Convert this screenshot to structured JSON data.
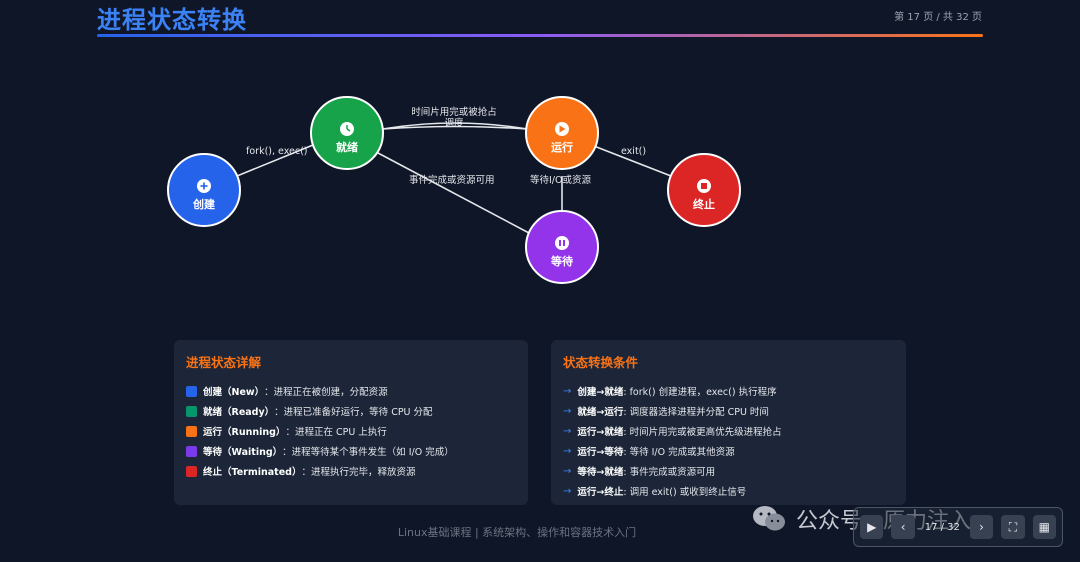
{
  "header": {
    "title": "进程状态转换",
    "page_indicator": "第 17 页 / 共 32 页"
  },
  "diagram": {
    "nodes": [
      {
        "id": "create",
        "label": "创建",
        "color": "#2563eb",
        "icon": "plus-circle-icon"
      },
      {
        "id": "ready",
        "label": "就绪",
        "color": "#16a34a",
        "icon": "clock-icon"
      },
      {
        "id": "running",
        "label": "运行",
        "color": "#f97316",
        "icon": "play-icon"
      },
      {
        "id": "terminated",
        "label": "终止",
        "color": "#dc2626",
        "icon": "stop-icon"
      },
      {
        "id": "waiting",
        "label": "等待",
        "color": "#9333ea",
        "icon": "pause-icon"
      }
    ],
    "edge_labels": {
      "create_ready": "fork(), exec()",
      "ready_running_line1": "时间片用完或被抢占",
      "ready_running_line2": "调度",
      "running_terminated": "exit()",
      "running_waiting": "等待I/O或资源",
      "waiting_ready": "事件完成或资源可用"
    },
    "edge_color": "#e5e7eb"
  },
  "states_card": {
    "title": "进程状态详解",
    "items": [
      {
        "name": "创建（New）",
        "desc": "：进程正在被创建，分配资源",
        "color": "#2563eb"
      },
      {
        "name": "就绪（Ready）",
        "desc": "：进程已准备好运行，等待 CPU 分配",
        "color": "#059669"
      },
      {
        "name": "运行（Running）",
        "desc": "：进程正在 CPU 上执行",
        "color": "#f97316"
      },
      {
        "name": "等待（Waiting）",
        "desc": "：进程等待某个事件发生（如 I/O 完成）",
        "color": "#7c3aed"
      },
      {
        "name": "终止（Terminated）",
        "desc": "：进程执行完毕，释放资源",
        "color": "#dc2626"
      }
    ]
  },
  "conditions_card": {
    "title": "状态转换条件",
    "items": [
      {
        "name": "创建→就绪",
        "desc": ": fork() 创建进程，exec() 执行程序"
      },
      {
        "name": "就绪→运行",
        "desc": ": 调度器选择进程并分配 CPU 时间"
      },
      {
        "name": "运行→就绪",
        "desc": ": 时间片用完或被更高优先级进程抢占"
      },
      {
        "name": "运行→等待",
        "desc": ": 等待 I/O 完成或其他资源"
      },
      {
        "name": "等待→就绪",
        "desc": ": 事件完成或资源可用"
      },
      {
        "name": "运行→终止",
        "desc": ": 调用 exit() 或收到终止信号"
      }
    ],
    "arrow_color": "#3b82f6"
  },
  "footer": {
    "text": "Linux基础课程 | 系统架构、操作和容器技术入门"
  },
  "watermark": {
    "text": "公众号 · 原力注入"
  },
  "nav": {
    "counter": "17 / 32",
    "prev_label": "‹",
    "next_label": "›",
    "menu_label": "▶",
    "fullscreen_label": "⛶",
    "grid_label": "▦"
  }
}
